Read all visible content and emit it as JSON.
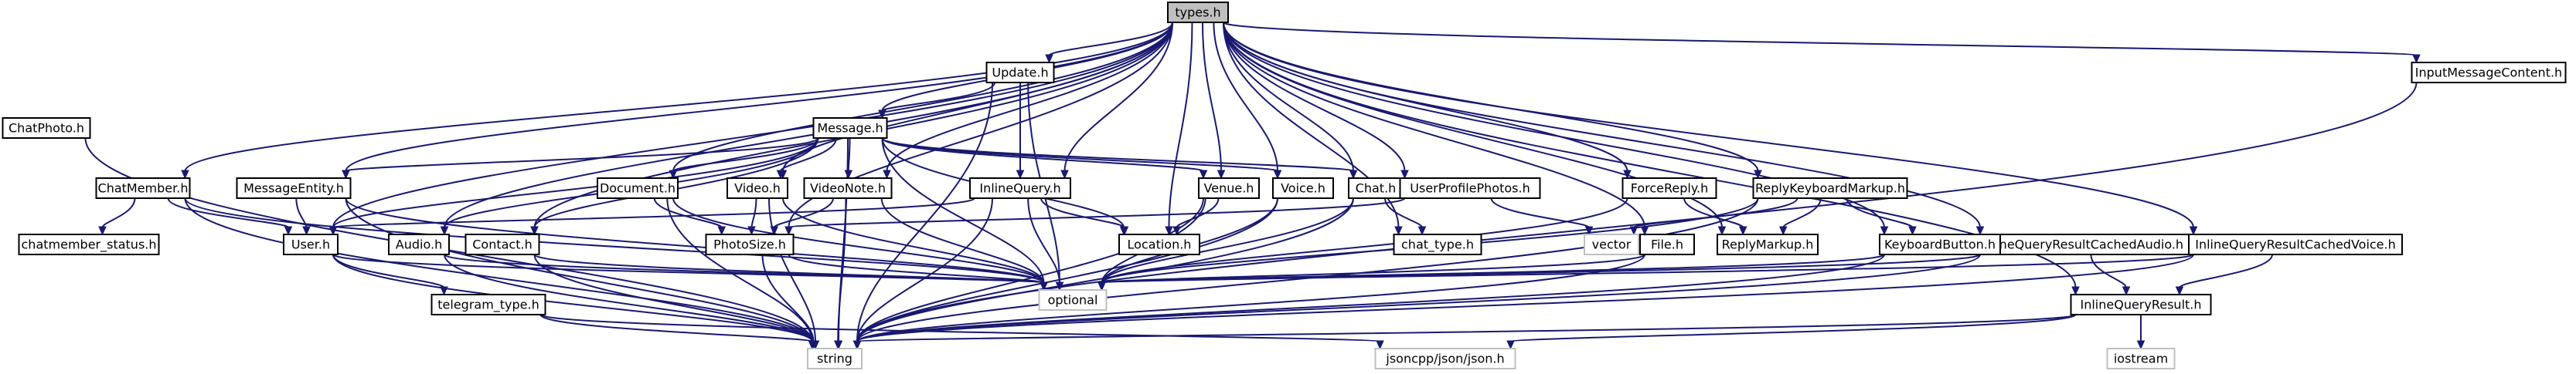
{
  "title": "types.h",
  "colors": {
    "edge": "#191970",
    "root_fill": "#bfbfbf",
    "node_border": "#000000",
    "external_border": "#bfbfbf",
    "background": "#ffffff"
  },
  "nodes": [
    {
      "id": "types",
      "label": "types.h",
      "kind": "root"
    },
    {
      "id": "update",
      "label": "Update.h",
      "kind": "file"
    },
    {
      "id": "inputmsg",
      "label": "InputMessageContent.h",
      "kind": "file"
    },
    {
      "id": "chatphoto",
      "label": "ChatPhoto.h",
      "kind": "file"
    },
    {
      "id": "message",
      "label": "Message.h",
      "kind": "file"
    },
    {
      "id": "chatmember",
      "label": "ChatMember.h",
      "kind": "file"
    },
    {
      "id": "msgentity",
      "label": "MessageEntity.h",
      "kind": "file"
    },
    {
      "id": "document",
      "label": "Document.h",
      "kind": "file"
    },
    {
      "id": "video",
      "label": "Video.h",
      "kind": "file"
    },
    {
      "id": "videonote",
      "label": "VideoNote.h",
      "kind": "file"
    },
    {
      "id": "inlinequery",
      "label": "InlineQuery.h",
      "kind": "file"
    },
    {
      "id": "venue",
      "label": "Venue.h",
      "kind": "file"
    },
    {
      "id": "voice",
      "label": "Voice.h",
      "kind": "file"
    },
    {
      "id": "chat",
      "label": "Chat.h",
      "kind": "file"
    },
    {
      "id": "userphotos",
      "label": "UserProfilePhotos.h",
      "kind": "file"
    },
    {
      "id": "forcereply",
      "label": "ForceReply.h",
      "kind": "file"
    },
    {
      "id": "replykbm",
      "label": "ReplyKeyboardMarkup.h",
      "kind": "file"
    },
    {
      "id": "iqrcaudio",
      "label": "InlineQueryResultCachedAudio.h",
      "kind": "file"
    },
    {
      "id": "iqrcvoice",
      "label": "InlineQueryResultCachedVoice.h",
      "kind": "file"
    },
    {
      "id": "cmstatus",
      "label": "chatmember_status.h",
      "kind": "file"
    },
    {
      "id": "user",
      "label": "User.h",
      "kind": "file"
    },
    {
      "id": "audio",
      "label": "Audio.h",
      "kind": "file"
    },
    {
      "id": "contact",
      "label": "Contact.h",
      "kind": "file"
    },
    {
      "id": "photosize",
      "label": "PhotoSize.h",
      "kind": "file"
    },
    {
      "id": "location",
      "label": "Location.h",
      "kind": "file"
    },
    {
      "id": "chattype",
      "label": "chat_type.h",
      "kind": "file"
    },
    {
      "id": "vector",
      "label": "vector",
      "kind": "external"
    },
    {
      "id": "file",
      "label": "File.h",
      "kind": "file"
    },
    {
      "id": "replymarkup",
      "label": "ReplyMarkup.h",
      "kind": "file"
    },
    {
      "id": "kbbutton",
      "label": "KeyboardButton.h",
      "kind": "file"
    },
    {
      "id": "optional",
      "label": "optional",
      "kind": "external"
    },
    {
      "id": "tgtype",
      "label": "telegram_type.h",
      "kind": "file"
    },
    {
      "id": "iqresult",
      "label": "InlineQueryResult.h",
      "kind": "file"
    },
    {
      "id": "string",
      "label": "string",
      "kind": "external"
    },
    {
      "id": "jsoncpp",
      "label": "jsoncpp/json/json.h",
      "kind": "external"
    },
    {
      "id": "iostream",
      "label": "iostream",
      "kind": "external"
    }
  ],
  "edges": [
    [
      "types",
      "update"
    ],
    [
      "types",
      "inputmsg"
    ],
    [
      "types",
      "chatmember"
    ],
    [
      "types",
      "msgentity"
    ],
    [
      "types",
      "user"
    ],
    [
      "types",
      "audio"
    ],
    [
      "types",
      "contact"
    ],
    [
      "types",
      "document"
    ],
    [
      "types",
      "photosize"
    ],
    [
      "types",
      "video"
    ],
    [
      "types",
      "videonote"
    ],
    [
      "types",
      "message"
    ],
    [
      "types",
      "inlinequery"
    ],
    [
      "types",
      "location"
    ],
    [
      "types",
      "venue"
    ],
    [
      "types",
      "voice"
    ],
    [
      "types",
      "chat"
    ],
    [
      "types",
      "userphotos"
    ],
    [
      "types",
      "chattype"
    ],
    [
      "types",
      "file"
    ],
    [
      "types",
      "forcereply"
    ],
    [
      "types",
      "replymarkup"
    ],
    [
      "types",
      "replykbm"
    ],
    [
      "types",
      "kbbutton"
    ],
    [
      "types",
      "iqrcaudio"
    ],
    [
      "types",
      "iqrcvoice"
    ],
    [
      "types",
      "iqresult"
    ],
    [
      "update",
      "message"
    ],
    [
      "update",
      "inlinequery"
    ],
    [
      "update",
      "optional"
    ],
    [
      "update",
      "string"
    ],
    [
      "inputmsg",
      "string"
    ],
    [
      "chatphoto",
      "string"
    ],
    [
      "message",
      "msgentity"
    ],
    [
      "message",
      "user"
    ],
    [
      "message",
      "audio"
    ],
    [
      "message",
      "contact"
    ],
    [
      "message",
      "document"
    ],
    [
      "message",
      "video"
    ],
    [
      "message",
      "videonote"
    ],
    [
      "message",
      "location"
    ],
    [
      "message",
      "venue"
    ],
    [
      "message",
      "voice"
    ],
    [
      "message",
      "chat"
    ],
    [
      "message",
      "optional"
    ],
    [
      "message",
      "string"
    ],
    [
      "chatmember",
      "cmstatus"
    ],
    [
      "chatmember",
      "user"
    ],
    [
      "chatmember",
      "optional"
    ],
    [
      "chatmember",
      "string"
    ],
    [
      "msgentity",
      "user"
    ],
    [
      "msgentity",
      "optional"
    ],
    [
      "msgentity",
      "string"
    ],
    [
      "document",
      "photosize"
    ],
    [
      "document",
      "optional"
    ],
    [
      "document",
      "string"
    ],
    [
      "video",
      "photosize"
    ],
    [
      "video",
      "optional"
    ],
    [
      "video",
      "string"
    ],
    [
      "videonote",
      "photosize"
    ],
    [
      "videonote",
      "optional"
    ],
    [
      "videonote",
      "string"
    ],
    [
      "inlinequery",
      "user"
    ],
    [
      "inlinequery",
      "location"
    ],
    [
      "inlinequery",
      "optional"
    ],
    [
      "inlinequery",
      "string"
    ],
    [
      "venue",
      "location"
    ],
    [
      "venue",
      "optional"
    ],
    [
      "venue",
      "string"
    ],
    [
      "voice",
      "optional"
    ],
    [
      "voice",
      "string"
    ],
    [
      "chat",
      "chattype"
    ],
    [
      "chat",
      "optional"
    ],
    [
      "chat",
      "string"
    ],
    [
      "userphotos",
      "photosize"
    ],
    [
      "userphotos",
      "vector"
    ],
    [
      "forcereply",
      "replymarkup"
    ],
    [
      "forcereply",
      "optional"
    ],
    [
      "replykbm",
      "replymarkup"
    ],
    [
      "replykbm",
      "kbbutton"
    ],
    [
      "replykbm",
      "vector"
    ],
    [
      "replykbm",
      "optional"
    ],
    [
      "replykbm",
      "string"
    ],
    [
      "kbbutton",
      "optional"
    ],
    [
      "kbbutton",
      "string"
    ],
    [
      "iqrcaudio",
      "iqresult"
    ],
    [
      "iqrcaudio",
      "optional"
    ],
    [
      "iqrcaudio",
      "string"
    ],
    [
      "iqrcvoice",
      "iqresult"
    ],
    [
      "iqrcvoice",
      "optional"
    ],
    [
      "iqrcvoice",
      "string"
    ],
    [
      "iqresult",
      "iostream"
    ],
    [
      "iqresult",
      "jsoncpp"
    ],
    [
      "iqresult",
      "string"
    ],
    [
      "user",
      "tgtype"
    ],
    [
      "user",
      "optional"
    ],
    [
      "user",
      "string"
    ],
    [
      "audio",
      "optional"
    ],
    [
      "audio",
      "string"
    ],
    [
      "contact",
      "optional"
    ],
    [
      "contact",
      "string"
    ],
    [
      "photosize",
      "optional"
    ],
    [
      "photosize",
      "string"
    ],
    [
      "file",
      "optional"
    ],
    [
      "file",
      "string"
    ],
    [
      "tgtype",
      "jsoncpp"
    ],
    [
      "tgtype",
      "string"
    ]
  ]
}
